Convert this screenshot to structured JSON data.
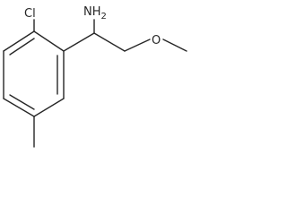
{
  "molecule": {
    "atoms": {
      "chlorine": "Cl",
      "amine": "NH2",
      "amine_base": "NH",
      "amine_subscript": "2",
      "oxygen": "O"
    },
    "colors": {
      "bond": "#262626",
      "label": "#262626",
      "background": "#ffffff"
    }
  }
}
